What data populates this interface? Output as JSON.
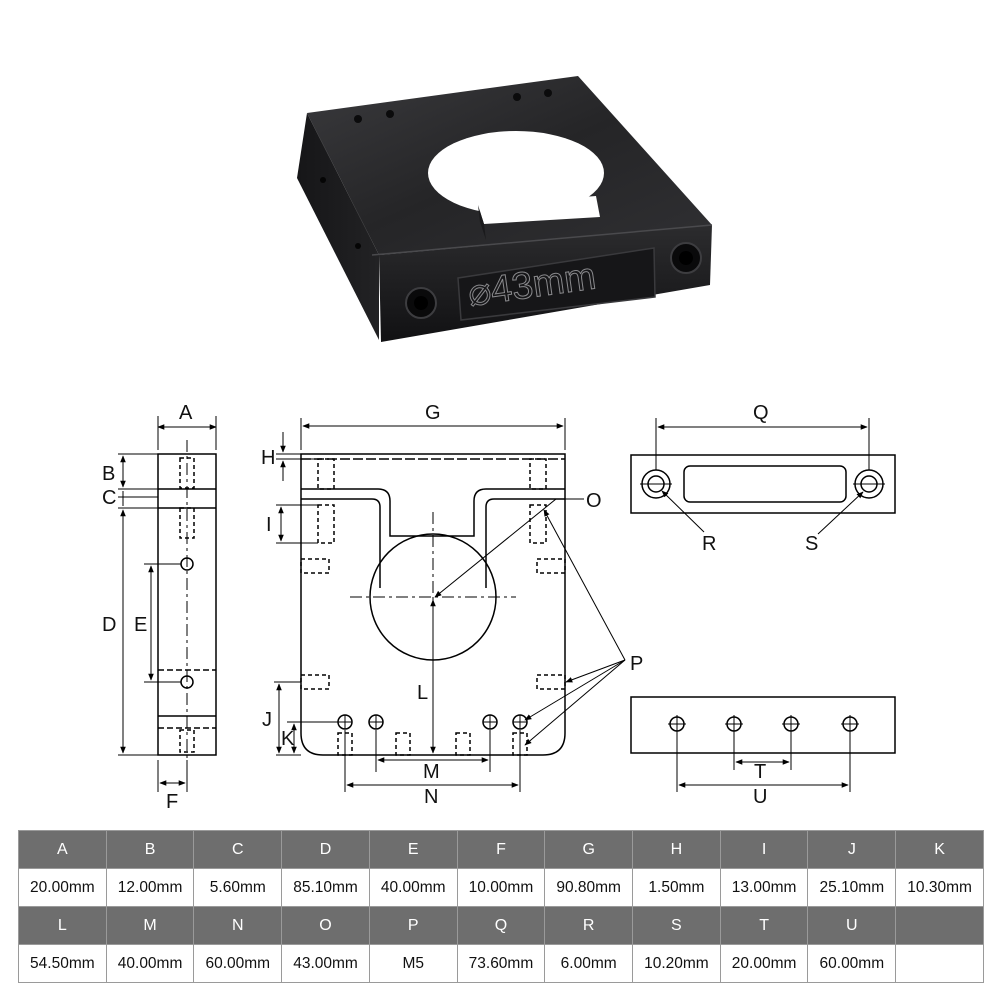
{
  "product": {
    "engraving": "⌀43mm"
  },
  "drawing": {
    "labels": {
      "A": "A",
      "B": "B",
      "C": "C",
      "D": "D",
      "E": "E",
      "F": "F",
      "G": "G",
      "H": "H",
      "I": "I",
      "J": "J",
      "K": "K",
      "L": "L",
      "M": "M",
      "N": "N",
      "O": "O",
      "P": "P",
      "Q": "Q",
      "R": "R",
      "S": "S",
      "T": "T",
      "U": "U"
    }
  },
  "spec_table": {
    "rows": [
      {
        "headers": [
          "A",
          "B",
          "C",
          "D",
          "E",
          "F",
          "G",
          "H",
          "I",
          "J",
          "K"
        ],
        "values": [
          "20.00mm",
          "12.00mm",
          "5.60mm",
          "85.10mm",
          "40.00mm",
          "10.00mm",
          "90.80mm",
          "1.50mm",
          "13.00mm",
          "25.10mm",
          "10.30mm"
        ]
      },
      {
        "headers": [
          "L",
          "M",
          "N",
          "O",
          "P",
          "Q",
          "R",
          "S",
          "T",
          "U",
          ""
        ],
        "values": [
          "54.50mm",
          "40.00mm",
          "60.00mm",
          "43.00mm",
          "M5",
          "73.60mm",
          "6.00mm",
          "10.20mm",
          "20.00mm",
          "60.00mm",
          ""
        ]
      }
    ]
  },
  "colors": {
    "header_bg": "#6e6e6e",
    "header_text": "#ffffff",
    "part": "#1c1c1e"
  }
}
